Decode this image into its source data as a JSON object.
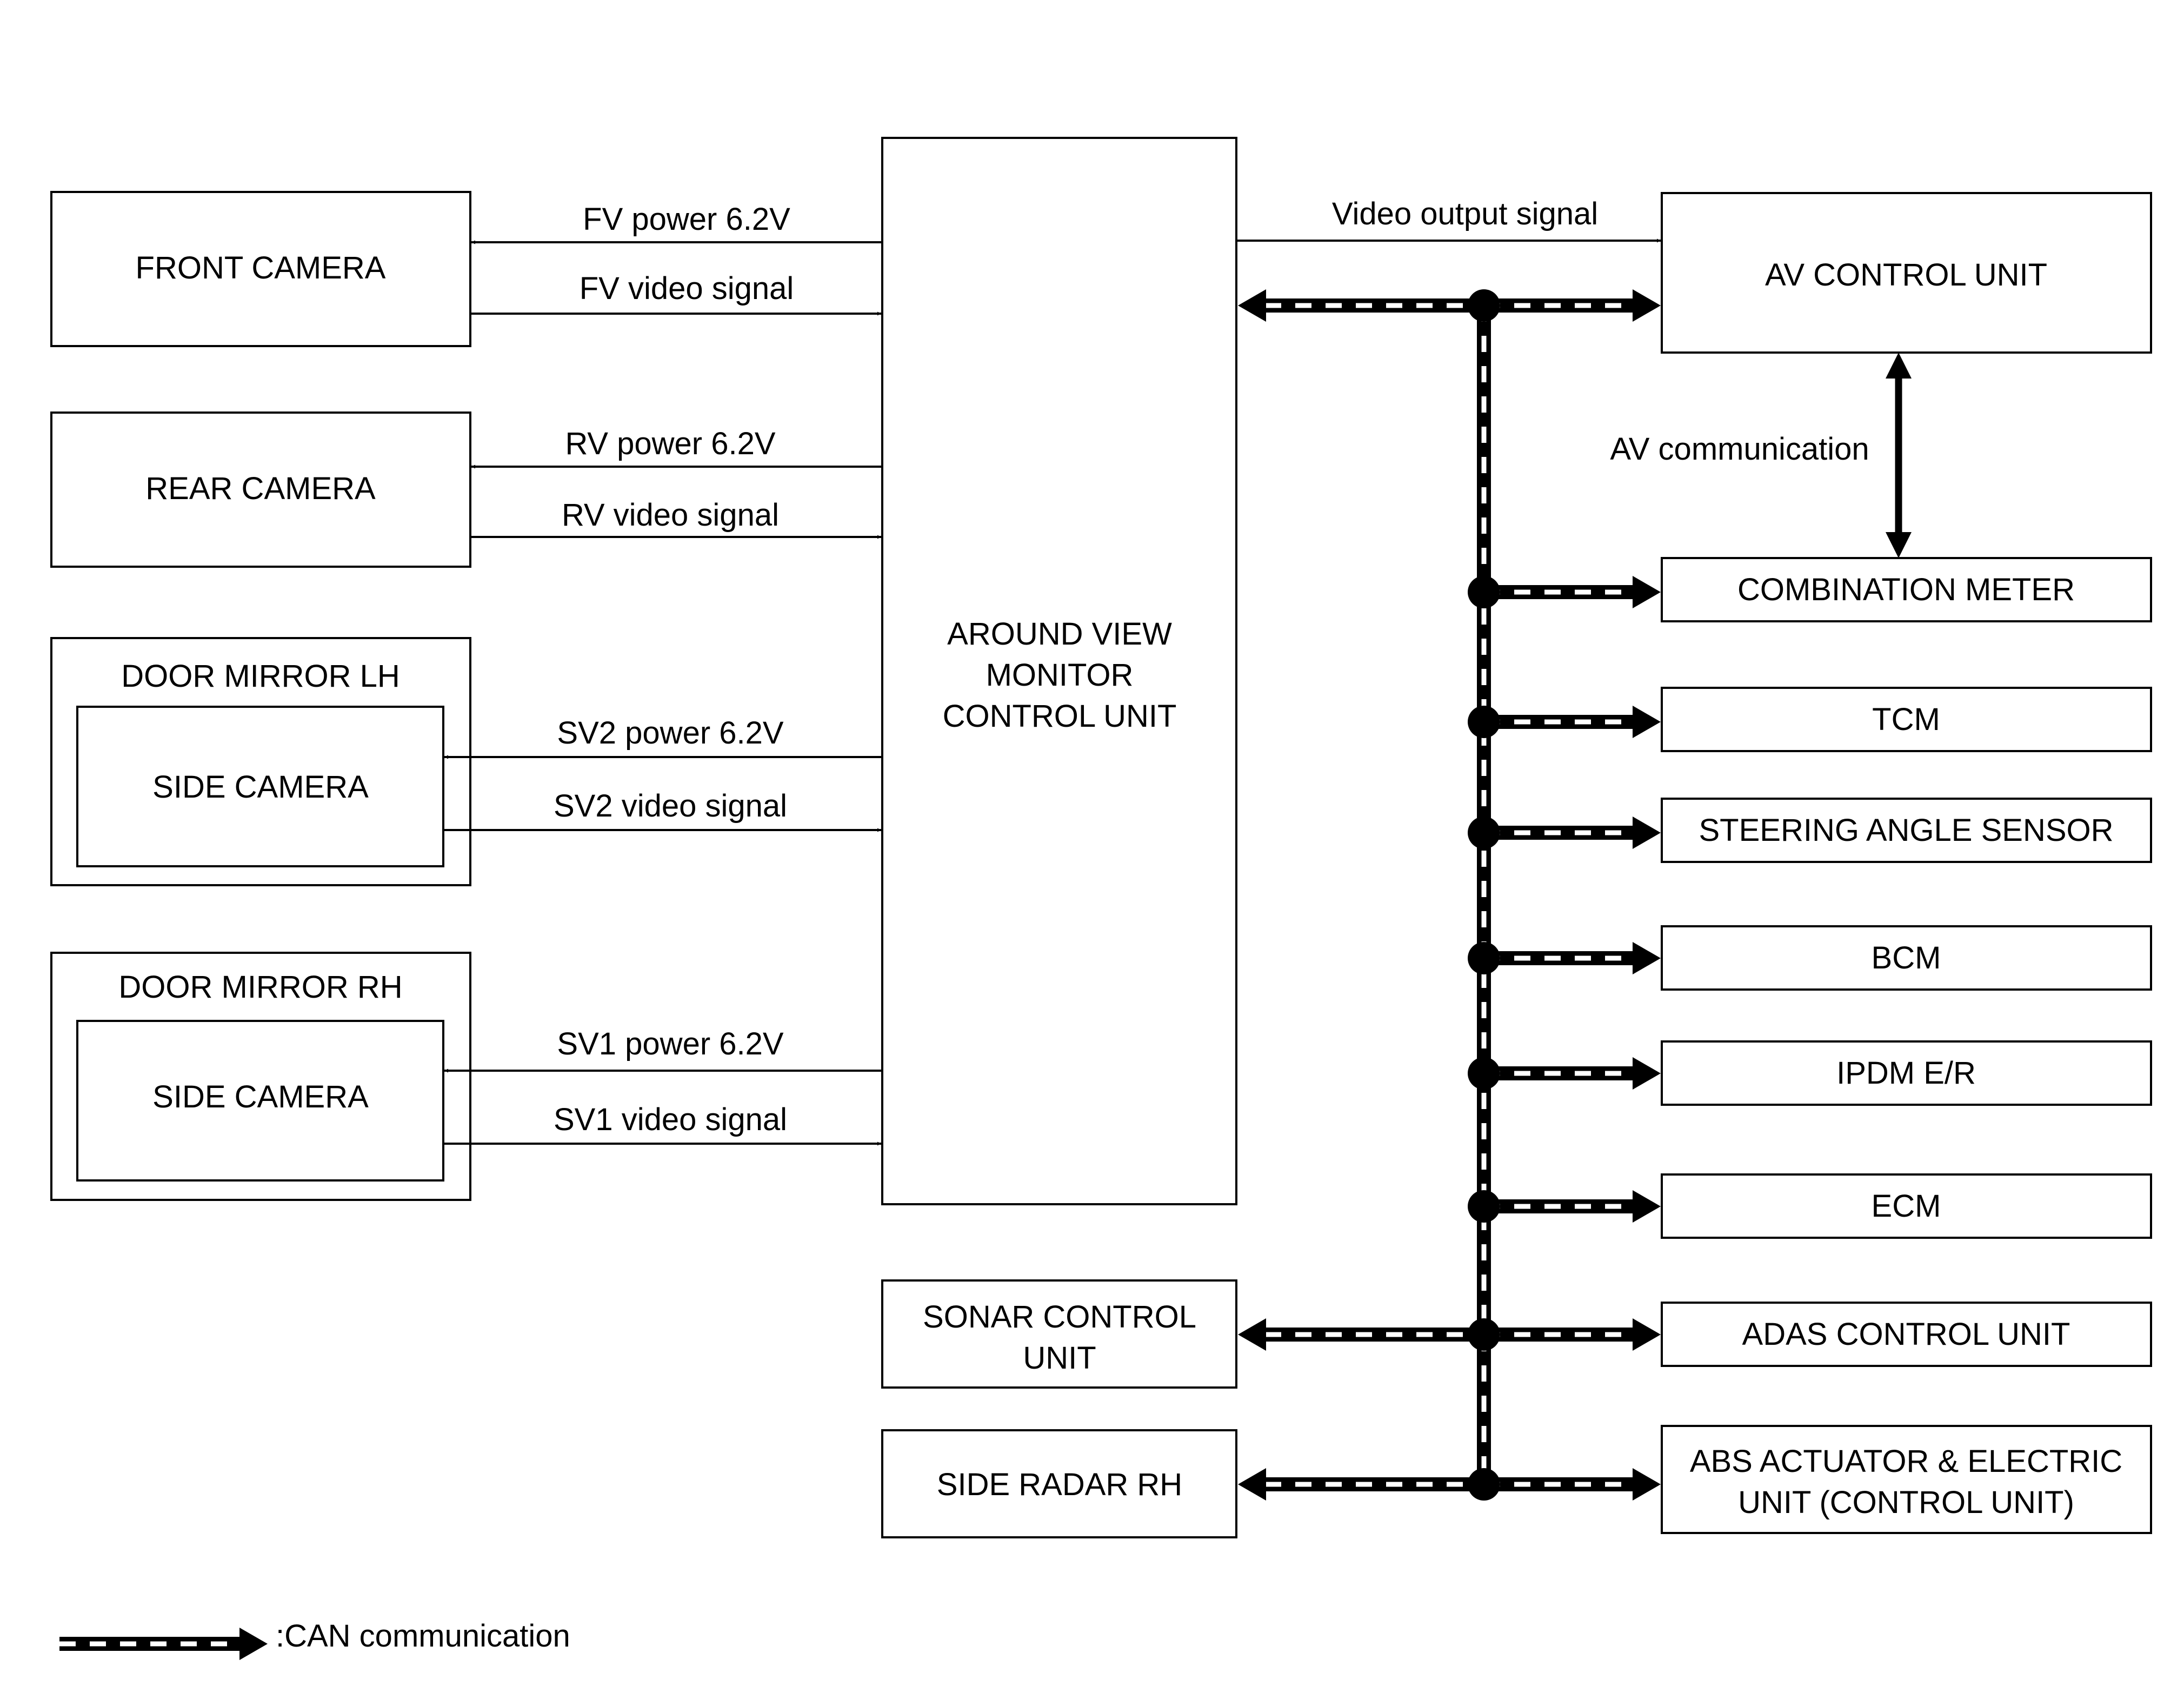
{
  "boxes": {
    "front_camera": "FRONT CAMERA",
    "rear_camera": "REAR CAMERA",
    "door_mirror_lh": "DOOR MIRROR LH",
    "side_camera_lh": "SIDE CAMERA",
    "door_mirror_rh": "DOOR MIRROR RH",
    "side_camera_rh": "SIDE CAMERA",
    "avm_line1": "AROUND VIEW",
    "avm_line2": "MONITOR",
    "avm_line3": "CONTROL UNIT",
    "sonar_line1": "SONAR CONTROL",
    "sonar_line2": "UNIT",
    "side_radar_rh": "SIDE RADAR RH",
    "av_control_unit": "AV CONTROL UNIT",
    "combination_meter": "COMBINATION METER",
    "tcm": "TCM",
    "steering_angle_sensor": "STEERING ANGLE SENSOR",
    "bcm": "BCM",
    "ipdm": "IPDM E/R",
    "ecm": "ECM",
    "adas": "ADAS CONTROL UNIT",
    "abs_line1": "ABS ACTUATOR & ELECTRIC",
    "abs_line2": "UNIT (CONTROL UNIT)"
  },
  "signals": {
    "fv_power": "FV power 6.2V",
    "fv_video": "FV video signal",
    "rv_power": "RV power 6.2V",
    "rv_video": "RV video signal",
    "sv2_power": "SV2 power 6.2V",
    "sv2_video": "SV2 video signal",
    "sv1_power": "SV1 power 6.2V",
    "sv1_video": "SV1 video signal",
    "video_output": "Video output signal",
    "av_communication": "AV communication"
  },
  "legend": {
    "can": ":CAN communication"
  }
}
